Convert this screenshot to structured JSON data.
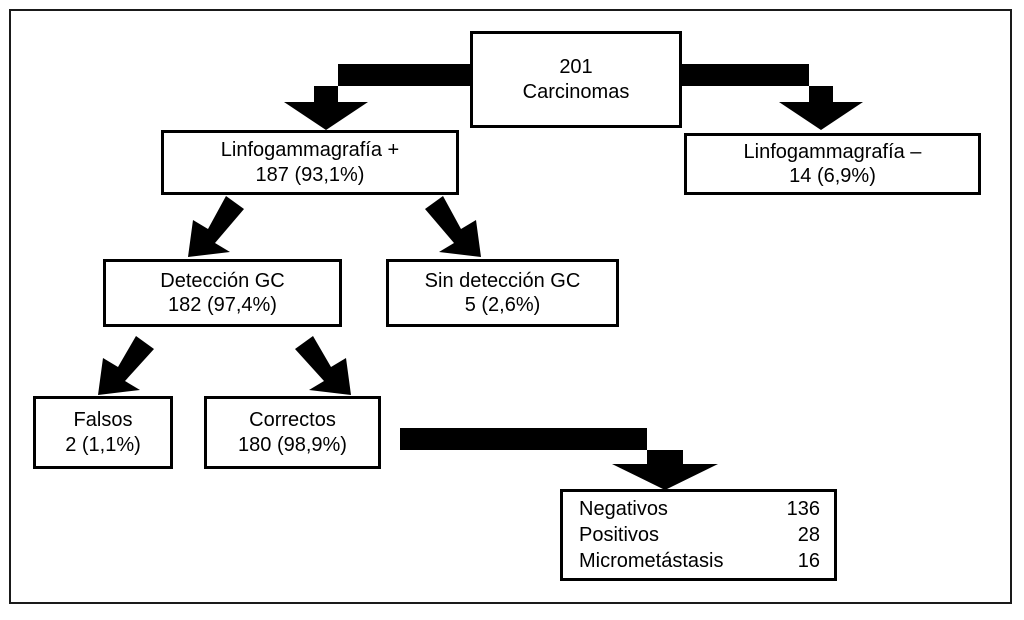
{
  "diagram": {
    "title": "201 Carcinomas sentinel node flowchart",
    "frame_color": "#1a1a1a",
    "line_color": "#000000",
    "background": "#ffffff",
    "nodes": {
      "root": {
        "line1": "201",
        "line2": "Carcinomas"
      },
      "lymph_positive": {
        "line1": "Linfogammagrafía +",
        "line2": "187 (93,1%)"
      },
      "lymph_negative": {
        "line1": "Linfogammagrafía –",
        "line2": "14 (6,9%)"
      },
      "detection": {
        "line1": "Detección GC",
        "line2": "182 (97,4%)"
      },
      "no_detection": {
        "line1": "Sin detección GC",
        "line2": "5 (2,6%)"
      },
      "false": {
        "line1": "Falsos",
        "line2": "2 (1,1%)"
      },
      "correct": {
        "line1": "Correctos",
        "line2": "180 (98,9%)"
      },
      "results": {
        "rows": [
          {
            "label": "Negativos",
            "value": "136"
          },
          {
            "label": "Positivos",
            "value": "28"
          },
          {
            "label": "Micrometástasis",
            "value": "16"
          }
        ]
      }
    },
    "arrows": {
      "root_to_lymph_positive": "elbow-left-down",
      "root_to_lymph_negative": "elbow-right-down",
      "lymph_positive_to_detection": "diagonal-down-left",
      "lymph_positive_to_no_detection": "diagonal-down-right",
      "detection_to_false": "diagonal-down-left",
      "detection_to_correct": "diagonal-down-right",
      "correct_to_results": "elbow-right-down"
    }
  }
}
